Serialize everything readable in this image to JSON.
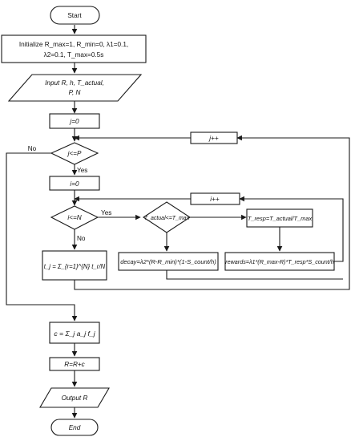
{
  "nodes": {
    "start": "Start",
    "init_line1": "Initialize R_max=1, R_min=0, λ1=0.1,",
    "init_line2": "λ2=0.1, T_max=0.5s",
    "input_line1": "Input R, h, T_actual,",
    "input_line2": "P, N",
    "j_init": "j=0",
    "j_cond": "j<=P",
    "j_inc": "j++",
    "i_init": "i=0",
    "i_cond": "i<=N",
    "i_inc": "i++",
    "t_cond": "T_actual<=T_max",
    "t_resp": "T_resp=T_actual/T_max",
    "decay": "decay=λ2*(R-R_min)*(1-S_count/h)",
    "rewards": "rewards=λ1*(R_max-R)*T_resp*S_count/h",
    "tj": "t_j = Σ_{r=1}^{N} t_r/N",
    "c": "c = Σ_j a_j f_j",
    "update": "R=R+c",
    "output": "Output R",
    "end": "End"
  },
  "labels": {
    "no_j": "No",
    "yes_j": "Yes",
    "yes_i": "Yes",
    "no_i": "No"
  }
}
